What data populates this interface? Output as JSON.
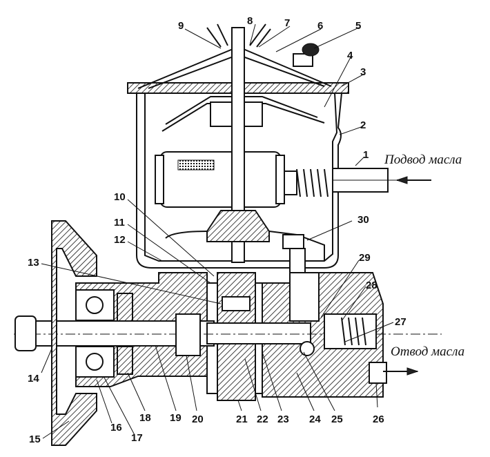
{
  "captions": {
    "oil_inlet": "Подвод масла",
    "oil_outlet": "Отвод масла"
  },
  "callouts": [
    "1",
    "2",
    "3",
    "4",
    "5",
    "6",
    "7",
    "8",
    "9",
    "10",
    "11",
    "12",
    "13",
    "14",
    "15",
    "16",
    "17",
    "18",
    "19",
    "20",
    "21",
    "22",
    "23",
    "24",
    "25",
    "26",
    "27",
    "28",
    "29",
    "30"
  ]
}
